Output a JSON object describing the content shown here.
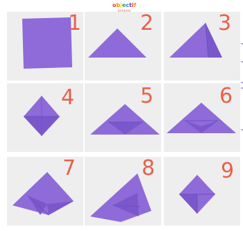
{
  "logo": {
    "text_top": "objectif",
    "text_bottom": "enfants"
  },
  "steps": [
    {
      "number": "1"
    },
    {
      "number": "2"
    },
    {
      "number": "3"
    },
    {
      "number": "4"
    },
    {
      "number": "5"
    },
    {
      "number": "6"
    },
    {
      "number": "7"
    },
    {
      "number": "8"
    },
    {
      "number": "9"
    }
  ],
  "colors": {
    "paper": "#8e6bd8",
    "paper_shadow": "#6f4fbf",
    "panel": "#eeeeee",
    "number": "#e8604a"
  }
}
